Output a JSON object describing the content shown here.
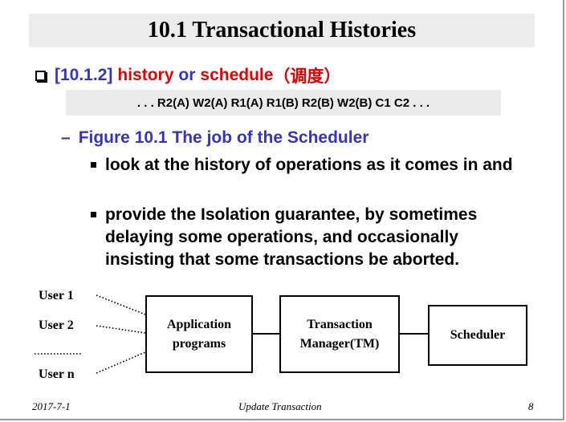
{
  "slide": {
    "title": "10.1 Transactional Histories",
    "line1": {
      "section": "[10.1.2]",
      "word_history": "history",
      "word_or": "or",
      "word_schedule": "schedule",
      "chinese": "（调度）"
    },
    "history_sequence": ". . . R2(A) W2(A) R1(A) R1(B) R2(B) W2(B) C1 C2 . . .",
    "subheading": {
      "dash": "–",
      "text": "Figure 10.1 The job of the Scheduler"
    },
    "bullets": [
      "look at the history of operations as it comes in and",
      "provide the Isolation guarantee, by sometimes delaying some operations, and occasionally insisting that some transactions be aborted."
    ],
    "diagram": {
      "users": [
        "User 1",
        "User 2",
        "User n"
      ],
      "boxes": {
        "application": "Application programs",
        "tm": "Transaction Manager(TM)",
        "scheduler": "Scheduler"
      }
    },
    "footer": {
      "date": "2017-7-1",
      "title": "Update Transaction",
      "page": "8"
    }
  }
}
